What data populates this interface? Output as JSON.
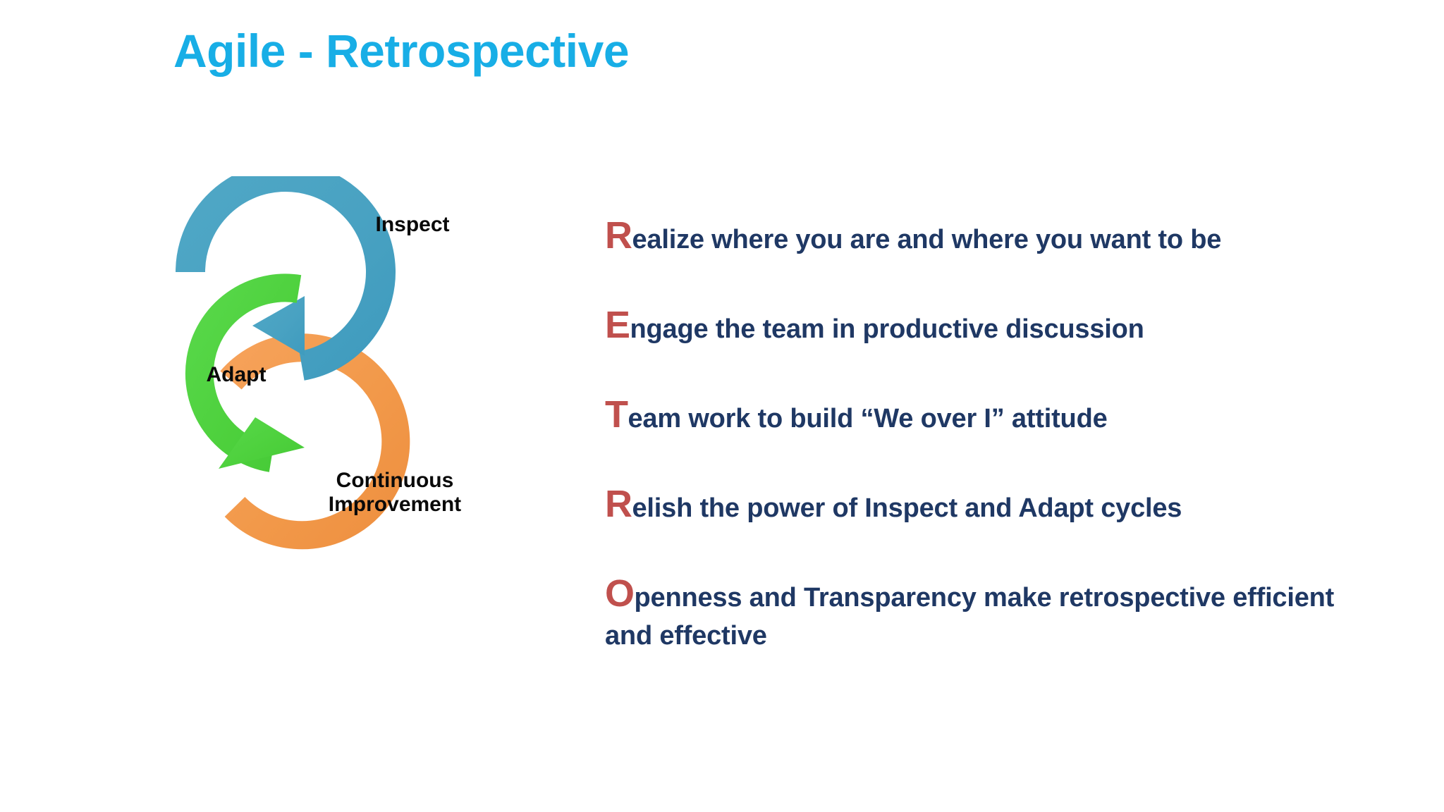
{
  "slide": {
    "background_color": "#FFFFFF",
    "title": "Agile - Retrospective",
    "title_color": "#18AEE6"
  },
  "diagram": {
    "name": "inspect-adapt-continuous-improvement-cycle",
    "arcs": [
      {
        "id": "inspect",
        "color": "#4BA3C3",
        "has_arrowhead": true,
        "arrow_direction": "left"
      },
      {
        "id": "adapt",
        "color": "#4ED23E",
        "has_arrowhead": true,
        "arrow_direction": "down-right"
      },
      {
        "id": "continuous-improvement",
        "color": "#F2994A",
        "has_arrowhead": false,
        "arrow_direction": "none"
      }
    ],
    "labels": {
      "inspect": "Inspect",
      "adapt": "Adapt",
      "continuous_improvement": "Continuous\nImprovement"
    },
    "label_color": "#0A0A0A"
  },
  "acronym": {
    "cap_color": "#C0504D",
    "text_color": "#1F3864",
    "items": [
      {
        "cap": "R",
        "rest": "ealize where you are and where you want to be"
      },
      {
        "cap": "E",
        "rest": "ngage the team in productive discussion"
      },
      {
        "cap": "T",
        "rest": "eam work to build “We over I” attitude"
      },
      {
        "cap": "R",
        "rest": "elish the power of Inspect and Adapt cycles"
      },
      {
        "cap": "O",
        "rest": "penness and Transparency make retrospective efficient and effective"
      }
    ]
  }
}
